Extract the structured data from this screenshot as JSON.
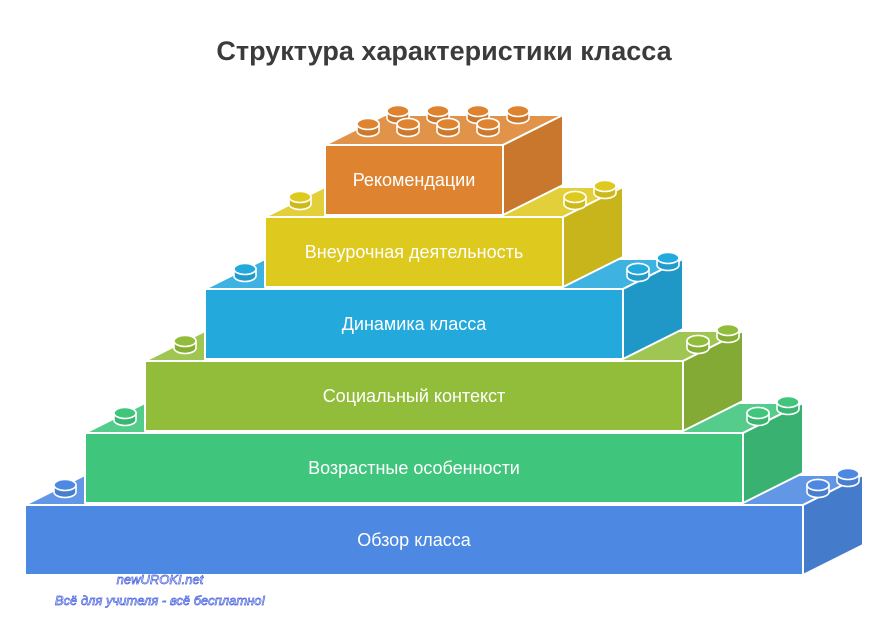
{
  "title": "Структура характеристики класса",
  "levels": [
    {
      "label": "Рекомендации",
      "color": "#de8431"
    },
    {
      "label": "Внеурочная деятельность",
      "color": "#dec91e"
    },
    {
      "label": "Динамика класса",
      "color": "#24a9dd"
    },
    {
      "label": "Социальный контекст",
      "color": "#92bd3a"
    },
    {
      "label": "Возрастные особенности",
      "color": "#3fc57c"
    },
    {
      "label": "Обзор класса",
      "color": "#4d89e2"
    }
  ],
  "watermark": {
    "site": "newUROKI.net",
    "slogan": "Всё для учителя - всё бесплатно!"
  }
}
